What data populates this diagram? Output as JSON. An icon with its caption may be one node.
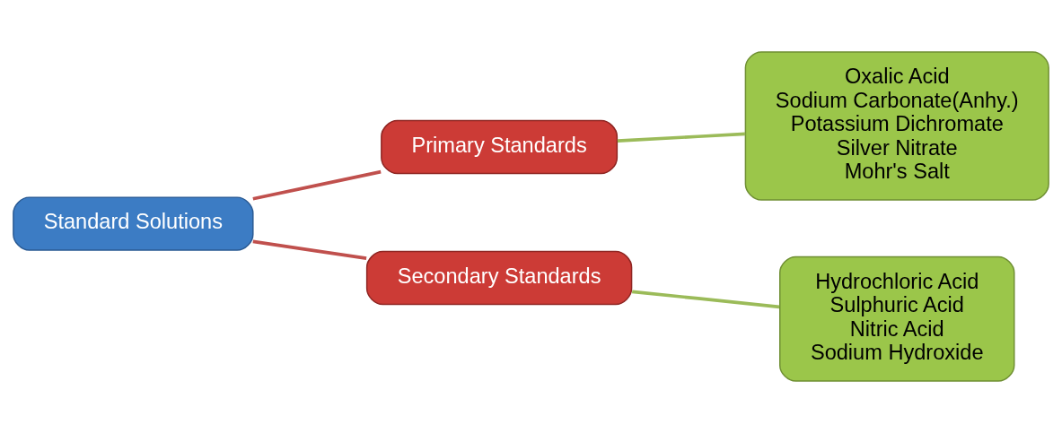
{
  "diagram": {
    "nodes": [
      {
        "text": [
          "Standard Solutions"
        ]
      },
      {
        "text": [
          "Primary Standards"
        ]
      },
      {
        "text": [
          "Secondary Standards"
        ]
      },
      {
        "text": [
          "Oxalic Acid",
          "Sodium Carbonate(Anhy.)",
          "Potassium Dichromate",
          "Silver Nitrate",
          "Mohr's Salt"
        ]
      },
      {
        "text": [
          "Hydrochloric Acid",
          "Sulphuric Acid",
          "Nitric Acid",
          "Sodium Hydroxide"
        ]
      }
    ],
    "edges": [
      {
        "from": 0,
        "to": 1,
        "arrow": "none",
        "color": "#c0504d"
      },
      {
        "from": 0,
        "to": 2,
        "arrow": "none",
        "color": "#c0504d"
      },
      {
        "from": 1,
        "to": 3,
        "arrow": "none",
        "color": "#9bbb59"
      },
      {
        "from": 2,
        "to": 4,
        "arrow": "none",
        "color": "#9bbb59"
      }
    ]
  }
}
